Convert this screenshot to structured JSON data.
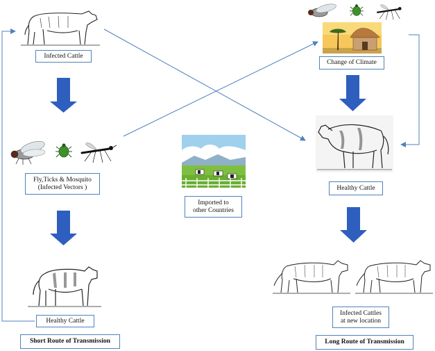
{
  "labels": {
    "infected_cattle": "Infected Cattle",
    "vectors": "Fly,Ticks & Mosquito\n(Infected Vectors )",
    "healthy_cattle_left": "Healthy Cattle",
    "short_route": "Short Route of Transmission",
    "change_of_climate": "Change of Climate",
    "healthy_cattle_right": "Healthy Cattle",
    "infected_cattles_new": "Infected Cattles\nat new location",
    "long_route": "Long Route of Transmission",
    "imported": "Imported to\nother Countries"
  },
  "colors": {
    "box_border": "#4f81bd",
    "arrow_line": "#4f81bd",
    "block_arrow": "#2e5fbf"
  },
  "icons": [
    "cow-icon",
    "fly-icon",
    "tick-icon",
    "mosquito-icon",
    "hut-tree-icon",
    "pasture-scene-icon"
  ]
}
